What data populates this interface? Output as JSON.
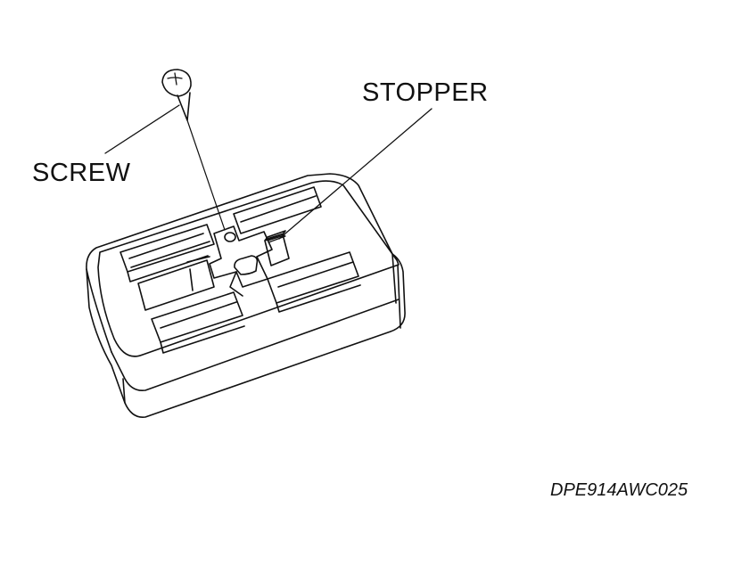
{
  "labels": {
    "screw": "SCREW",
    "stopper": "STOPPER",
    "figure_code": "DPE914AWC025"
  },
  "colors": {
    "ink": "#111111",
    "background": "#ffffff"
  }
}
